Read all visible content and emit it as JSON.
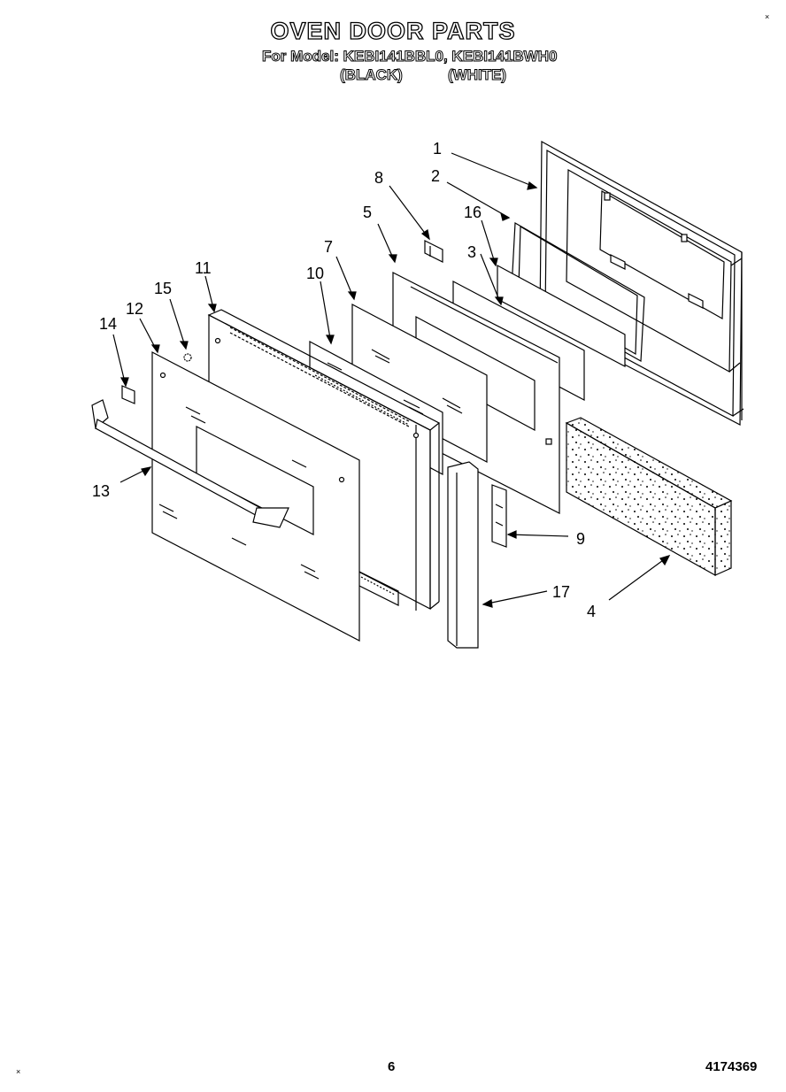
{
  "header": {
    "title": "OVEN DOOR PARTS",
    "model_line": "For Model: KEBI141BBL0, KEBI141BWH0",
    "variant_black": "(BLACK)",
    "variant_white": "(WHITE)"
  },
  "callouts": [
    "1",
    "2",
    "3",
    "4",
    "5",
    "7",
    "8",
    "9",
    "10",
    "11",
    "12",
    "13",
    "14",
    "15",
    "16",
    "17"
  ],
  "footer": {
    "page_number": "6",
    "document_number": "4174369"
  },
  "corner_marks": {
    "top_right": "×",
    "bottom_left": "×"
  }
}
